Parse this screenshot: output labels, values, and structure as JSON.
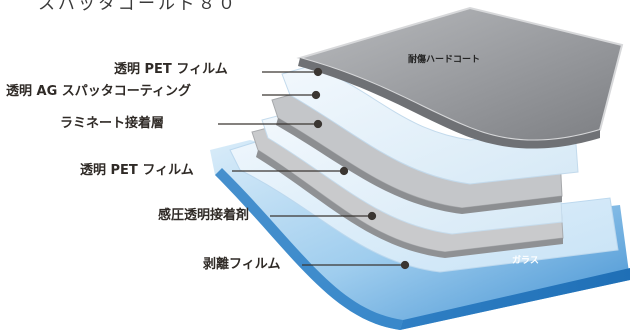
{
  "title": "スパッタゴールド８０",
  "labels": {
    "pet_film_top": "透明 PET フィルム",
    "ag_sputter": "透明 AG スパッタコーティング",
    "laminate_adhesive": "ラミネート接着層",
    "pet_film_mid": "透明 PET フィルム",
    "psa": "感圧透明接着剤",
    "release_film": "剥離フィルム"
  },
  "on_image": {
    "hard_coat": "耐傷ハードコート",
    "glass": "ガラス"
  },
  "colors": {
    "hard_coat": "#8e9093",
    "glass": "#5aa6dd",
    "label_text": "#2f2a26",
    "leader": "#3b3632"
  }
}
